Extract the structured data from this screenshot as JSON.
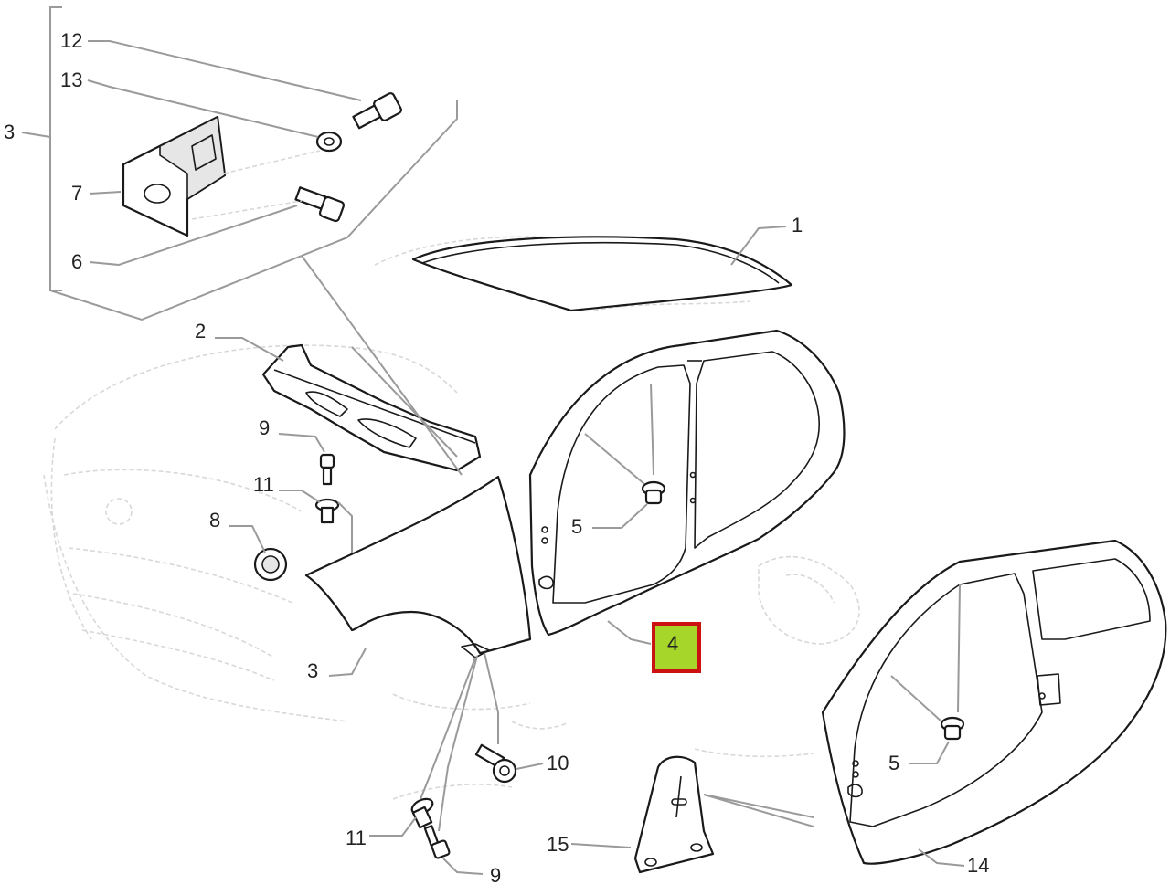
{
  "diagram": {
    "highlight_color": "#cc1111",
    "highlight_fill": "#a6d62a",
    "callouts": [
      {
        "id": "c12",
        "label": "12"
      },
      {
        "id": "c13",
        "label": "13"
      },
      {
        "id": "c3a",
        "label": "3"
      },
      {
        "id": "c7",
        "label": "7"
      },
      {
        "id": "c6",
        "label": "6"
      },
      {
        "id": "c1",
        "label": "1"
      },
      {
        "id": "c2",
        "label": "2"
      },
      {
        "id": "c9a",
        "label": "9"
      },
      {
        "id": "c11a",
        "label": "11"
      },
      {
        "id": "c8",
        "label": "8"
      },
      {
        "id": "c5a",
        "label": "5"
      },
      {
        "id": "c4",
        "label": "4",
        "highlighted": true
      },
      {
        "id": "c3b",
        "label": "3"
      },
      {
        "id": "c10",
        "label": "10"
      },
      {
        "id": "c11b",
        "label": "11"
      },
      {
        "id": "c9b",
        "label": "9"
      },
      {
        "id": "c15",
        "label": "15"
      },
      {
        "id": "c5b",
        "label": "5"
      },
      {
        "id": "c14",
        "label": "14"
      }
    ]
  }
}
